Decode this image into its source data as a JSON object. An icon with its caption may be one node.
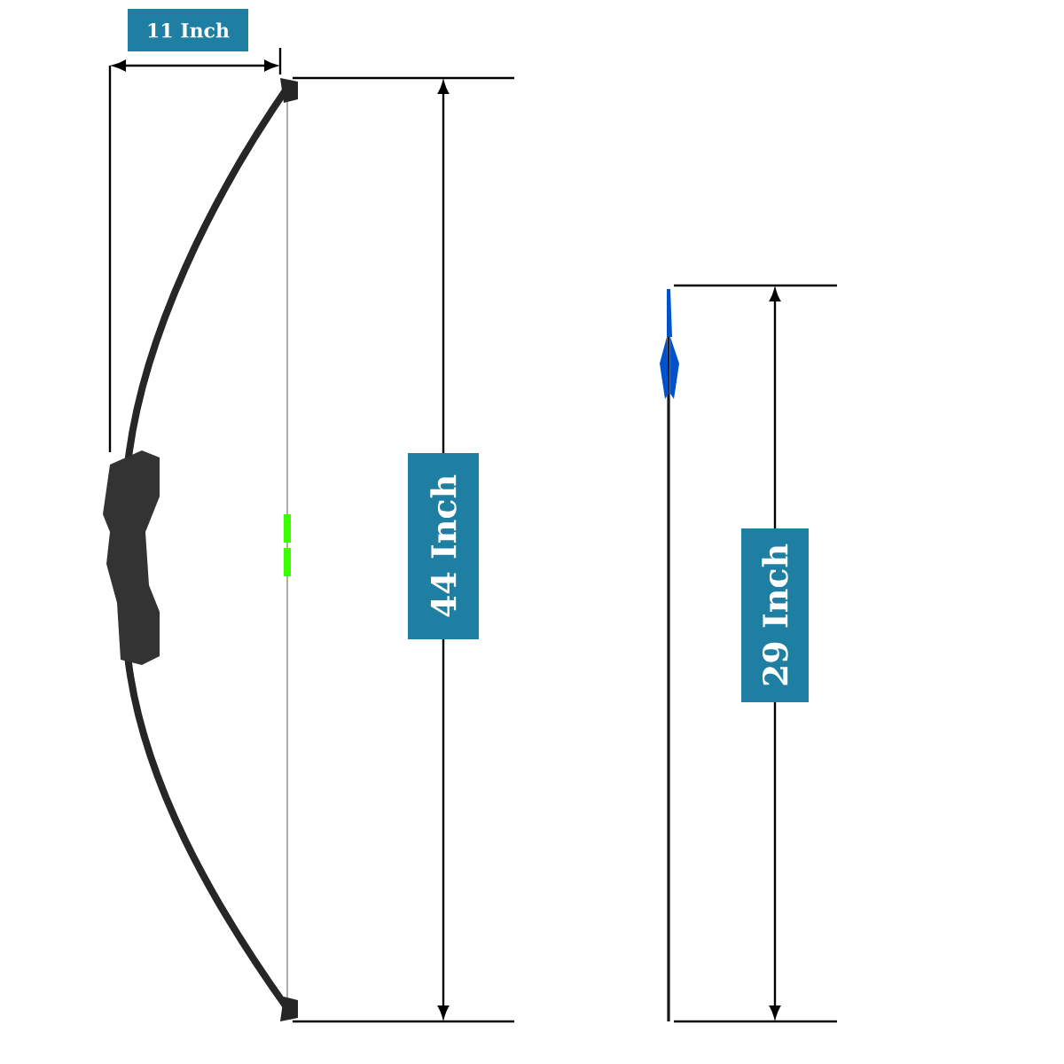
{
  "diagram": {
    "labels": [
      "11 Inch",
      "44 Inch",
      "29 Inch"
    ]
  }
}
